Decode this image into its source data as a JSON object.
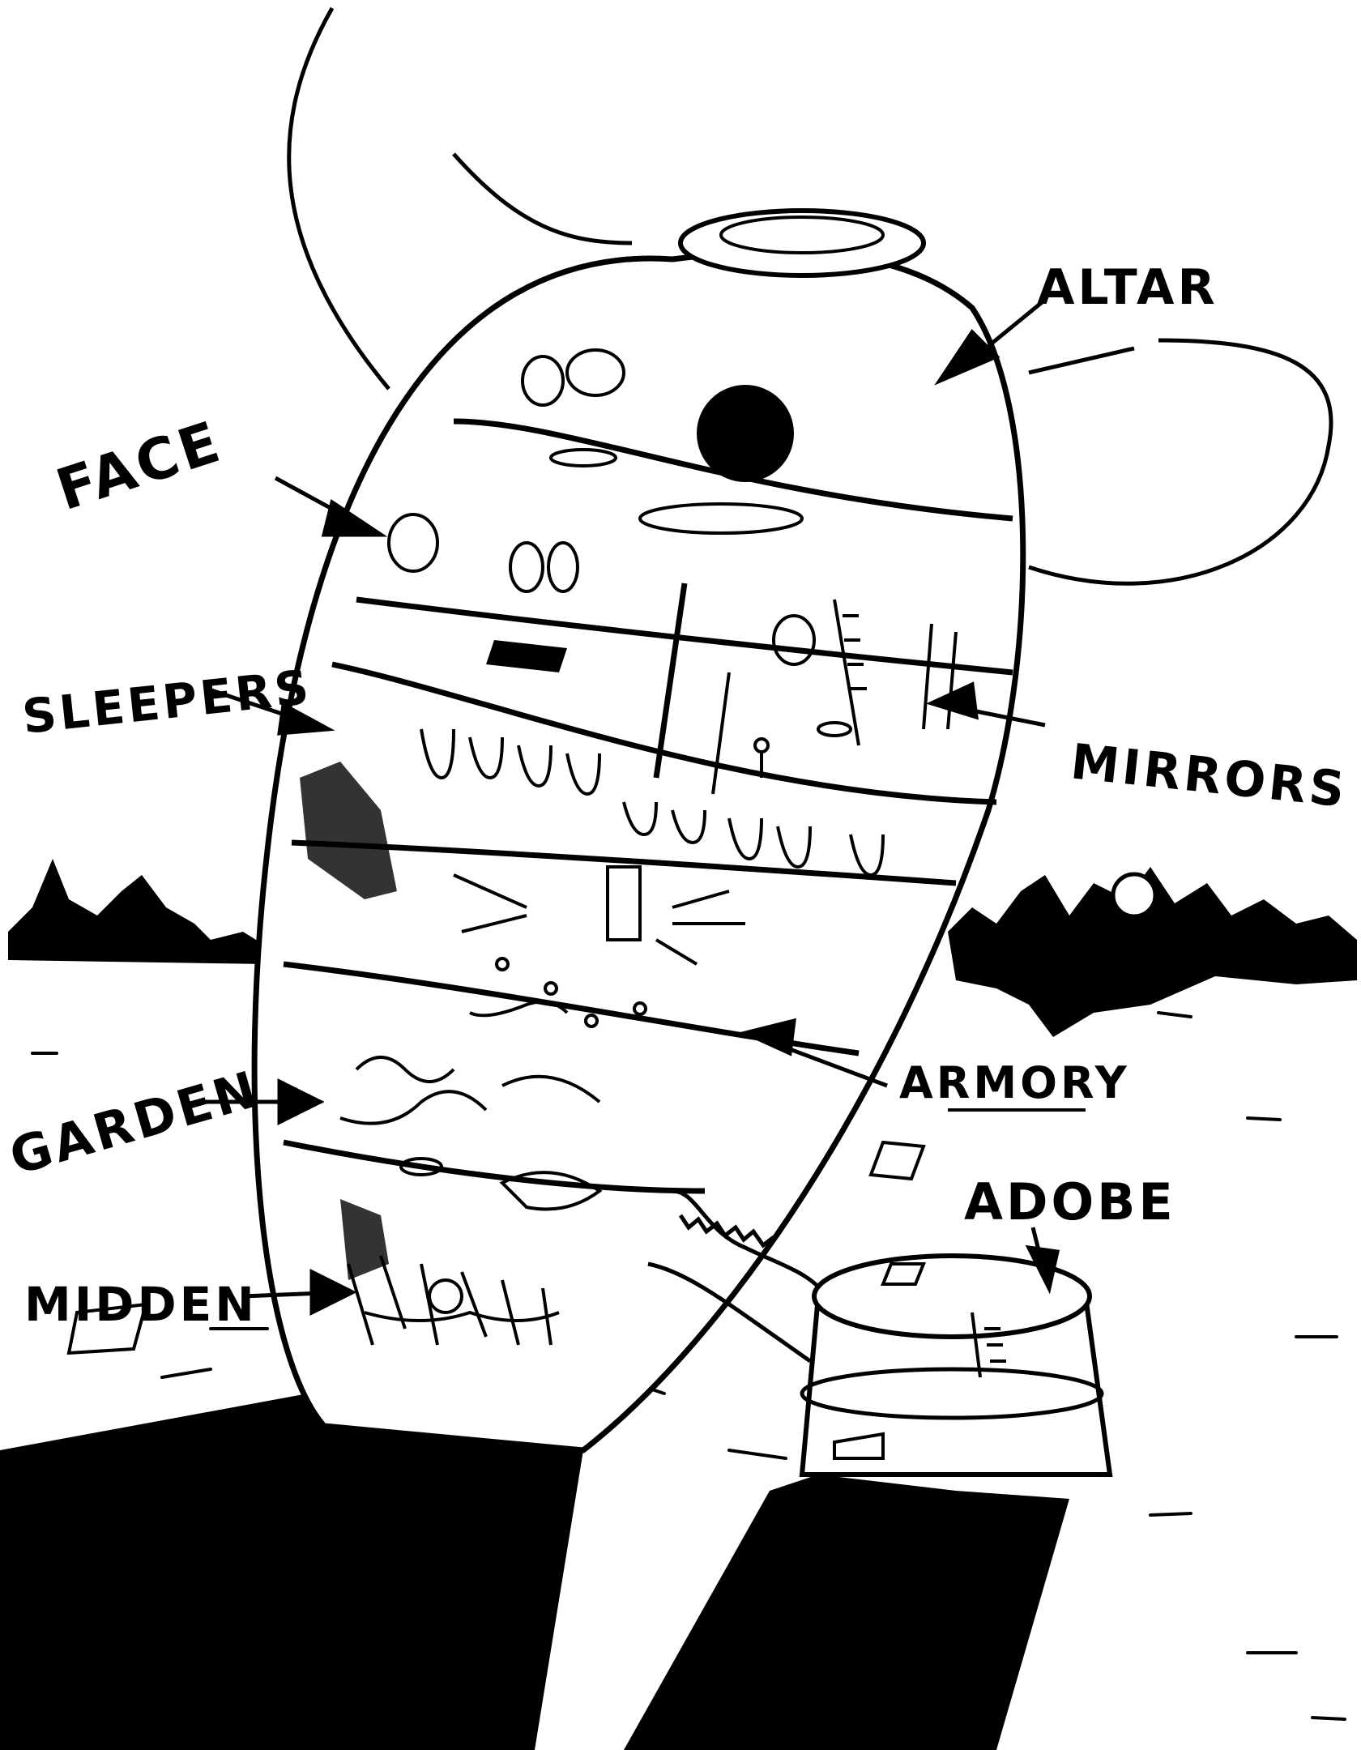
{
  "labels": {
    "altar": "ALTAR",
    "face": "FACE",
    "sleepers": "SLEEPERS",
    "mirrors": "MIRRORS",
    "armory": "ARMORY",
    "garden": "GARDEN",
    "adobe": "ADOBE",
    "midden": "MIDDEN"
  },
  "colors": {
    "ink": "#000000",
    "paper": "#ffffff"
  }
}
